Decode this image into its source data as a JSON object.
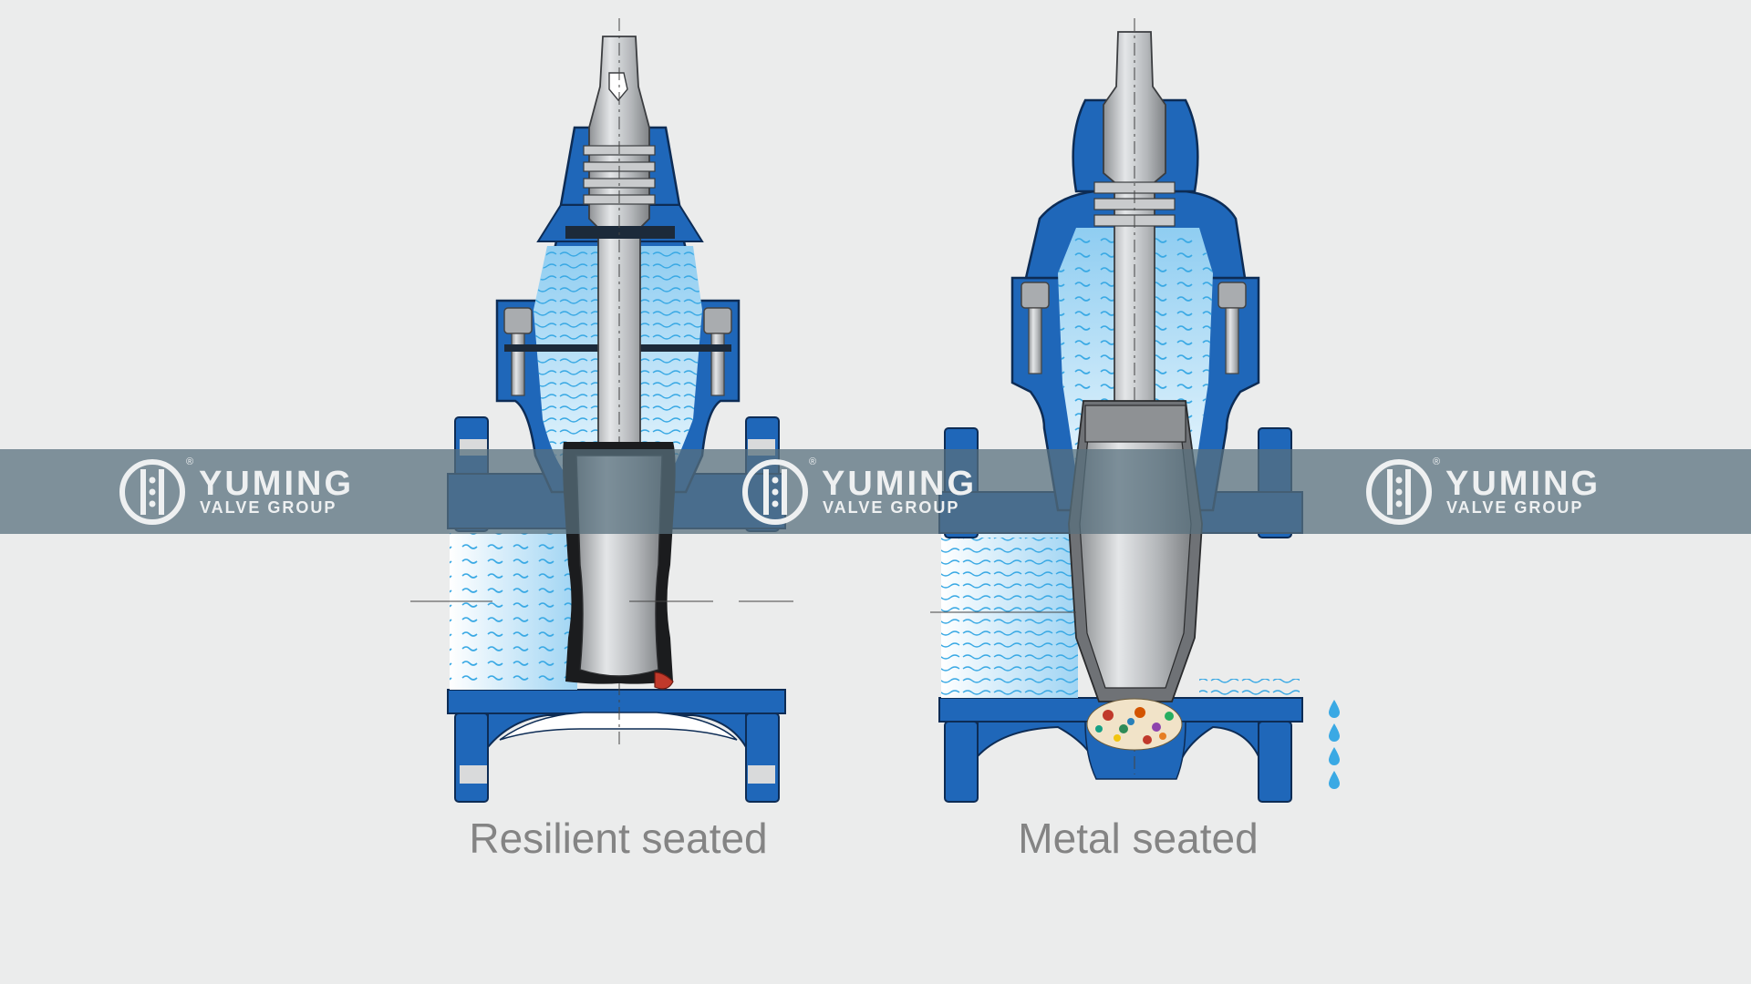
{
  "captions": {
    "left": "Resilient seated",
    "right": "Metal seated"
  },
  "watermark": {
    "line1": "YUMING",
    "line2": "VALVE GROUP",
    "registered": "®"
  },
  "colors": {
    "background": "#ebecec",
    "valve_body_blue": "#1f67b9",
    "water": "#bfe3f7",
    "stem_gray": "#b9bcbf",
    "band": "#58707e",
    "caption_text": "#848484"
  },
  "icons": [
    "yuming-logo-icon",
    "water-drop-icon"
  ]
}
